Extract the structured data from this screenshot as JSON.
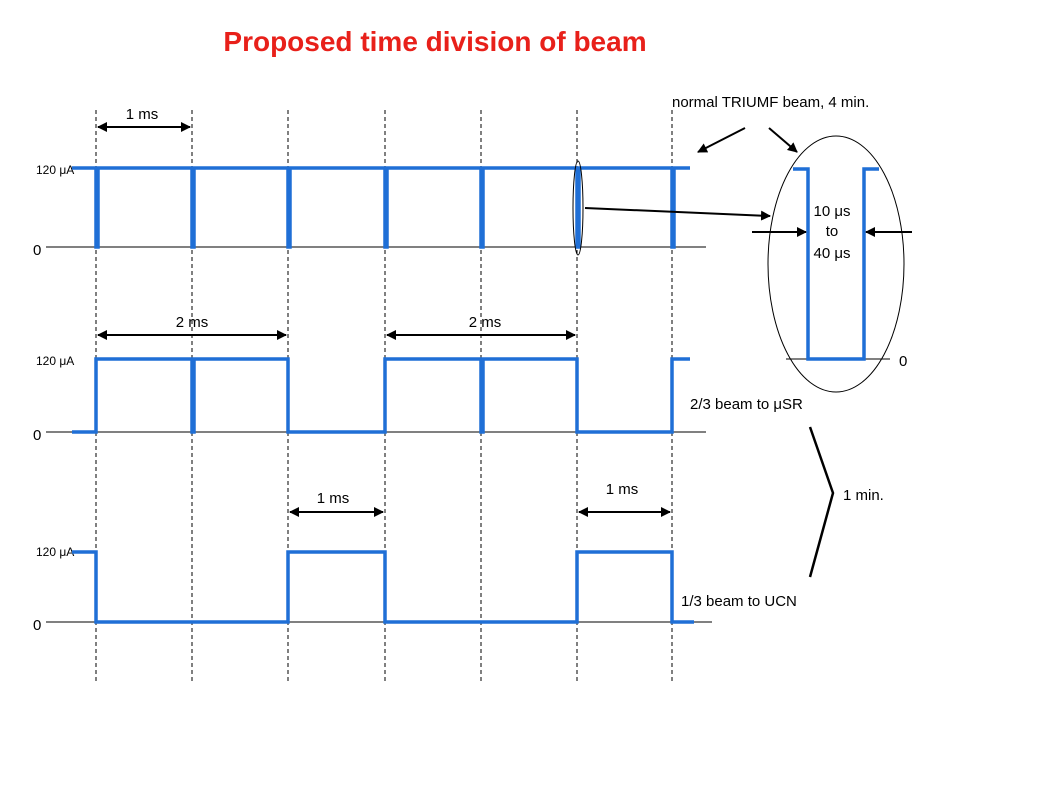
{
  "title": "Proposed time division of beam",
  "normal_beam_label": "normal TRIUMF beam, 4 min.",
  "muSR_label": "2/3 beam to μSR",
  "ucn_label": "1/3 beam to UCN",
  "period_label": "1 min.",
  "zoom": {
    "width_line1": "10 μs",
    "width_line2": "to",
    "width_line3": "40 μs",
    "zero": "0"
  },
  "rows": [
    {
      "current_label": "120 μA",
      "zero_label": "0"
    },
    {
      "current_label": "120 μA",
      "zero_label": "0"
    },
    {
      "current_label": "120 μA",
      "zero_label": "0"
    }
  ],
  "intervals": {
    "row1": [
      "1 ms"
    ],
    "row2": [
      "2 ms",
      "2 ms"
    ],
    "row3": [
      "1 ms",
      "1 ms"
    ]
  },
  "colors": {
    "title": "#e8201a",
    "beam": "#1f6fd6"
  }
}
